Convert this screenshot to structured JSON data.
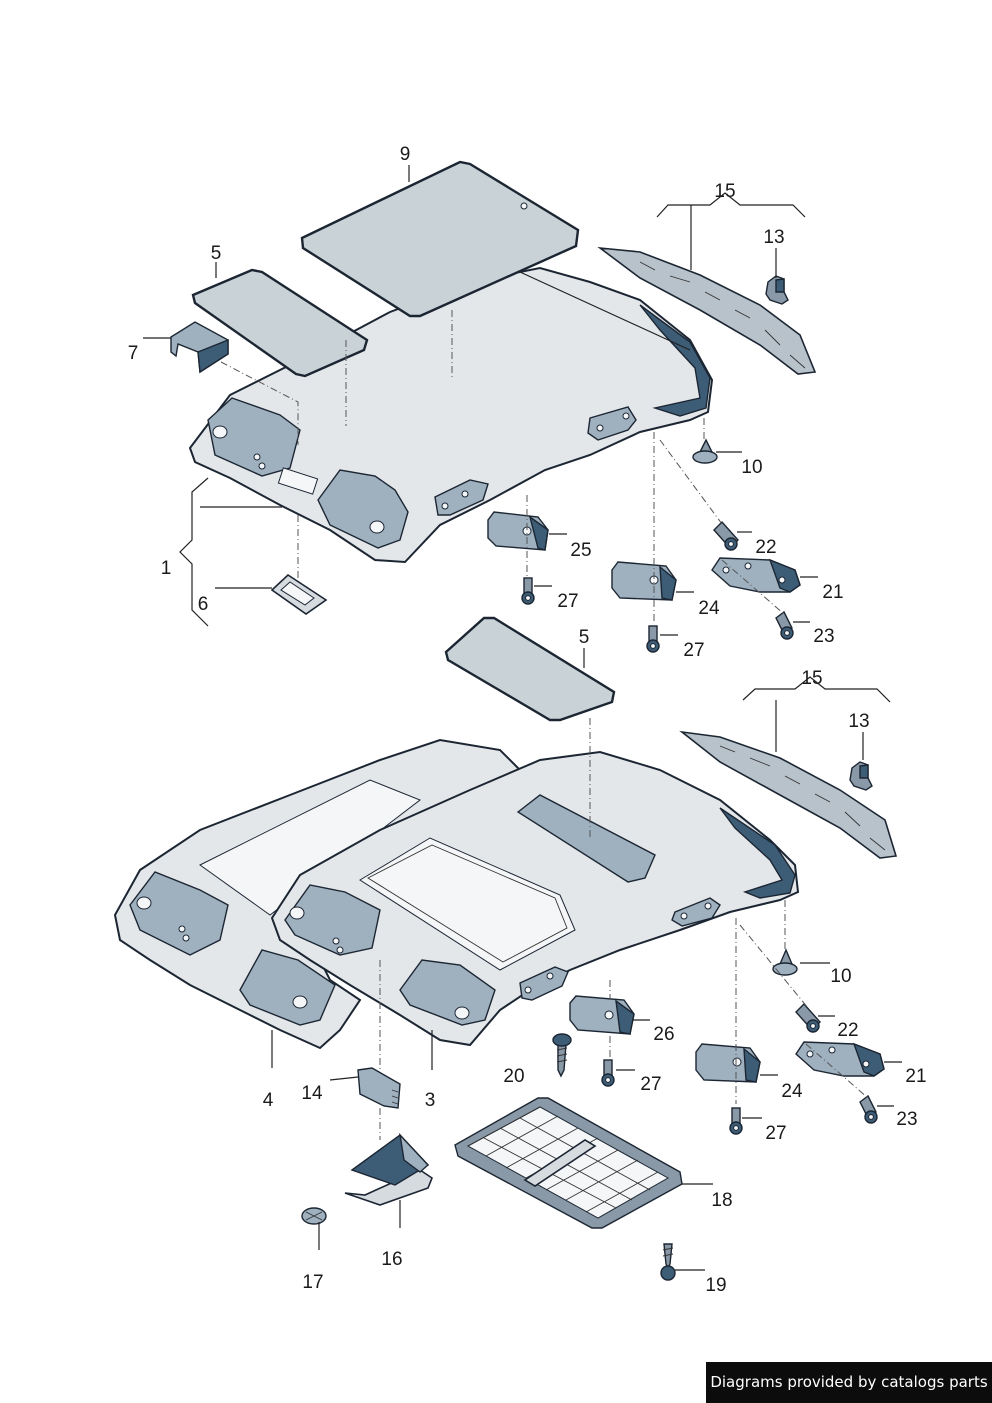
{
  "labels": {
    "l1": "1",
    "l3": "3",
    "l4": "4",
    "l5a": "5",
    "l5b": "5",
    "l6": "6",
    "l7": "7",
    "l9": "9",
    "l10a": "10",
    "l10b": "10",
    "l13a": "13",
    "l13b": "13",
    "l14": "14",
    "l15a": "15",
    "l15b": "15",
    "l16": "16",
    "l17": "17",
    "l18": "18",
    "l19": "19",
    "l20": "20",
    "l21a": "21",
    "l21b": "21",
    "l22a": "22",
    "l22b": "22",
    "l23a": "23",
    "l23b": "23",
    "l24a": "24",
    "l24b": "24",
    "l25": "25",
    "l26": "26",
    "l27a": "27",
    "l27b": "27",
    "l27c": "27",
    "l27d": "27"
  },
  "credit": "Diagrams provided by catalogs parts",
  "colors": {
    "outline": "#1c2633",
    "panel": "#e4e7ea",
    "accent": "#3d5d77",
    "credit_bg": "#0c0c0c"
  }
}
